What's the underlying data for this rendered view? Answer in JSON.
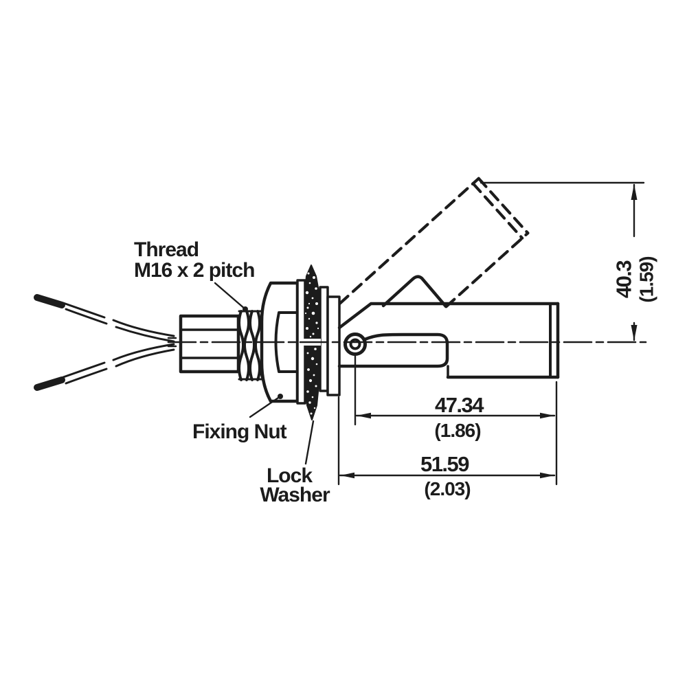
{
  "diagram": {
    "title": "float switch technical drawing",
    "labels": {
      "thread_line1": "Thread",
      "thread_line2": "M16 x 2 pitch",
      "fixing_nut": "Fixing Nut",
      "lock_washer_line1": "Lock",
      "lock_washer_line2": "Washer"
    },
    "dimensions": {
      "height": {
        "mm": "40.3",
        "inches": "(1.59)"
      },
      "float_length": {
        "mm": "47.34",
        "inches": "(1.86)"
      },
      "overall_length": {
        "mm": "51.59",
        "inches": "(2.03)"
      }
    },
    "colors": {
      "ink": "#1c1c1c",
      "background": "#ffffff"
    }
  }
}
